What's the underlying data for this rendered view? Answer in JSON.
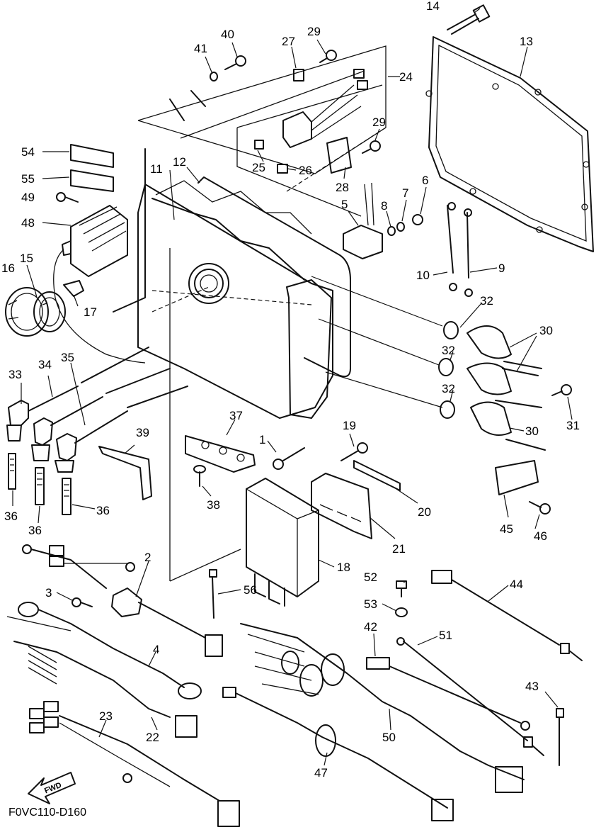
{
  "diagram": {
    "code": "F0VC110-D160",
    "fwd_label": "FWD",
    "callouts": {
      "c1": "1",
      "c2": "2",
      "c3": "3",
      "c4": "4",
      "c5": "5",
      "c6": "6",
      "c7": "7",
      "c8": "8",
      "c9": "9",
      "c10": "10",
      "c11": "11",
      "c12": "12",
      "c13": "13",
      "c14": "14",
      "c15": "15",
      "c16": "16",
      "c17": "17",
      "c18": "18",
      "c19": "19",
      "c20": "20",
      "c21": "21",
      "c22": "22",
      "c23": "23",
      "c24": "24",
      "c25": "25",
      "c26": "26",
      "c27": "27",
      "c28": "28",
      "c29a": "29",
      "c29b": "29",
      "c30a": "30",
      "c30b": "30",
      "c31": "31",
      "c32a": "32",
      "c32b": "32",
      "c32c": "32",
      "c33": "33",
      "c34": "34",
      "c35": "35",
      "c36a": "36",
      "c36b": "36",
      "c36c": "36",
      "c37": "37",
      "c38": "38",
      "c39": "39",
      "c40": "40",
      "c41": "41",
      "c42": "42",
      "c43": "43",
      "c44": "44",
      "c45": "45",
      "c46": "46",
      "c47": "47",
      "c48": "48",
      "c49": "49",
      "c50": "50",
      "c51": "51",
      "c52": "52",
      "c53": "53",
      "c54": "54",
      "c55": "55",
      "c56": "56"
    }
  }
}
